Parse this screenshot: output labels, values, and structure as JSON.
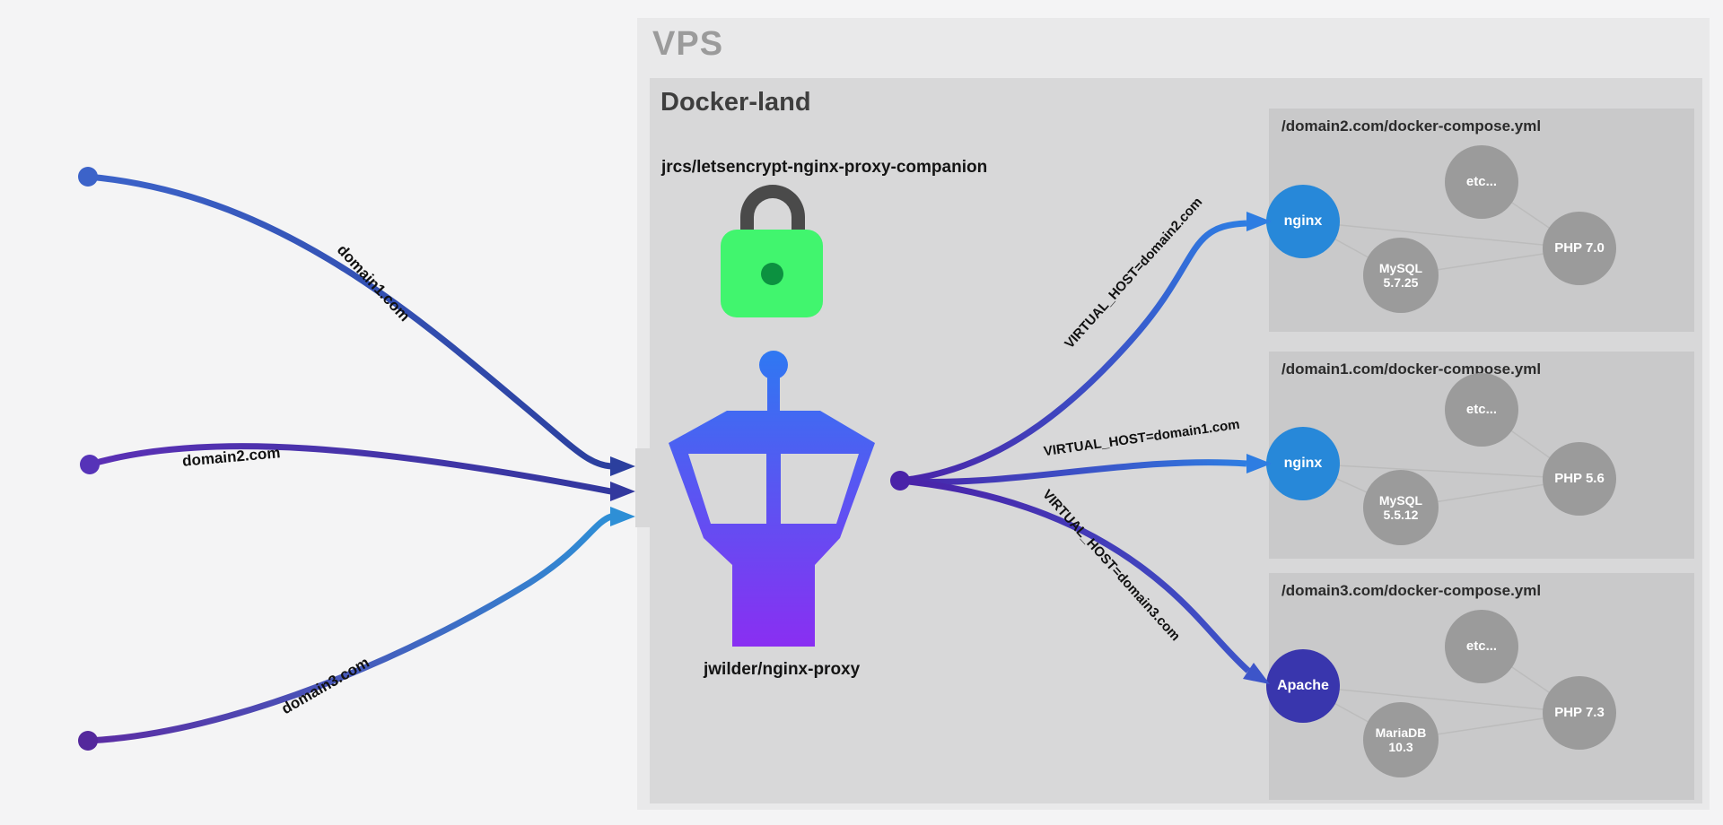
{
  "header": {
    "vps_label": "VPS",
    "docker_label": "Docker-land"
  },
  "proxy": {
    "companion_label": "jrcs/letsencrypt-nginx-proxy-companion",
    "proxy_label": "jwilder/nginx-proxy"
  },
  "incoming_domains": [
    {
      "label": "domain1.com"
    },
    {
      "label": "domain2.com"
    },
    {
      "label": "domain3.com"
    }
  ],
  "virtual_host_labels": [
    {
      "label": "VIRTUAL_HOST=domain2.com"
    },
    {
      "label": "VIRTUAL_HOST=domain1.com"
    },
    {
      "label": "VIRTUAL_HOST=domain3.com"
    }
  ],
  "compose_boxes": [
    {
      "title": "/domain2.com/docker-compose.yml",
      "web_server": {
        "label": "nginx",
        "color": "#2788d9"
      },
      "database": {
        "name": "MySQL",
        "version": "5.7.25"
      },
      "etc_label": "etc...",
      "php_label": "PHP 7.0"
    },
    {
      "title": "/domain1.com/docker-compose.yml",
      "web_server": {
        "label": "nginx",
        "color": "#2788d9"
      },
      "database": {
        "name": "MySQL",
        "version": "5.5.12"
      },
      "etc_label": "etc...",
      "php_label": "PHP 5.6"
    },
    {
      "title": "/domain3.com/docker-compose.yml",
      "web_server": {
        "label": "Apache",
        "color": "#3936ad"
      },
      "database": {
        "name": "MariaDB",
        "version": "10.3"
      },
      "etc_label": "etc...",
      "php_label": "PHP 7.3"
    }
  ],
  "colors": {
    "page_bg": "#f4f4f5",
    "vps_bg": "#e9e9ea",
    "docker_bg": "#d8d8d9",
    "compose_bg": "#c9c9ca",
    "gray_node": "#9b9b9b",
    "nginx_node": "#2788d9",
    "apache_node": "#3936ad",
    "lock_green": "#41f56e",
    "lock_shackle": "#4a4a4a",
    "lighthouse_top": "#2b7bf2",
    "lighthouse_bottom": "#8a2ef2",
    "arrow_navy": "#2b3f9e",
    "arrow_lightblue": "#2e8fd6",
    "arrow_blue": "#2e7de2",
    "arrow_royal": "#3d55c9",
    "dot_purple": "#4a22a8"
  }
}
